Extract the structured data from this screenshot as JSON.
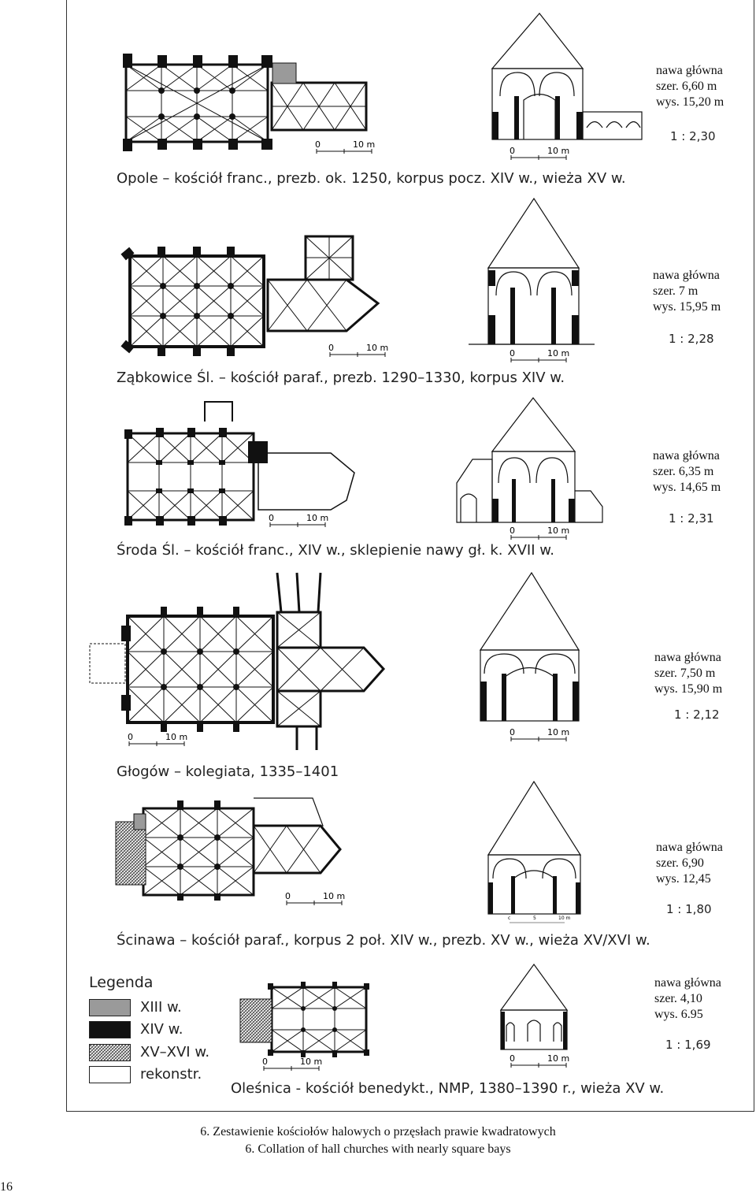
{
  "churches": [
    {
      "title": "Opole – kościół franc., prezb. ok. 1250, korpus pocz. XIV w., wieża XV w.",
      "nave_label": "nawa główna",
      "width": "szer.  6,60 m",
      "height": "wys. 15,20 m",
      "ratio": "1 : 2,30"
    },
    {
      "title": "Ząbkowice Śl. – kościół paraf., prezb. 1290–1330, korpus XIV w.",
      "nave_label": "nawa główna",
      "width": "szer.  7 m",
      "height": "wys. 15,95 m",
      "ratio": "1 : 2,28"
    },
    {
      "title": "Środa Śl. – kościół franc., XIV w., sklepienie nawy gł. k. XVII w.",
      "nave_label": "nawa główna",
      "width": "szer.  6,35 m",
      "height": "wys. 14,65 m",
      "ratio": "1 : 2,31"
    },
    {
      "title": "Głogów – kolegiata, 1335–1401",
      "nave_label": "nawa główna",
      "width": "szer.  7,50 m",
      "height": "wys. 15,90 m",
      "ratio": "1 : 2,12"
    },
    {
      "title": "Ścinawa – kościół paraf., korpus 2 poł. XIV w., prezb. XV w., wieża XV/XVI w.",
      "nave_label": "nawa główna",
      "width": "szer.  6,90",
      "height": "wys. 12,45",
      "ratio": "1 : 1,80"
    },
    {
      "title": "Oleśnica - kościół benedykt., NMP, 1380–1390 r., wieża XV w.",
      "nave_label": "nawa główna",
      "width": "szer.  4,10",
      "height": "wys.  6.95",
      "ratio": "1 : 1,69"
    }
  ],
  "scale": {
    "zero": "0",
    "ten": "10 m",
    "small_c": "c",
    "small_5": "5",
    "small_10": "10 m"
  },
  "legend": {
    "title": "Legenda",
    "items": [
      {
        "label": "XIII w.",
        "fill": "#9a9a9a"
      },
      {
        "label": "XIV w.",
        "fill": "#111111"
      },
      {
        "label": "XV–XVI w.",
        "fill": "hatch"
      },
      {
        "label": "rekonstr.",
        "fill": "#ffffff"
      }
    ]
  },
  "caption": {
    "pl": "6. Zestawienie kościołów halowych o przęsłach prawie kwadratowych",
    "en": "6. Collation of hall churches with nearly square bays"
  },
  "page_number": "16"
}
